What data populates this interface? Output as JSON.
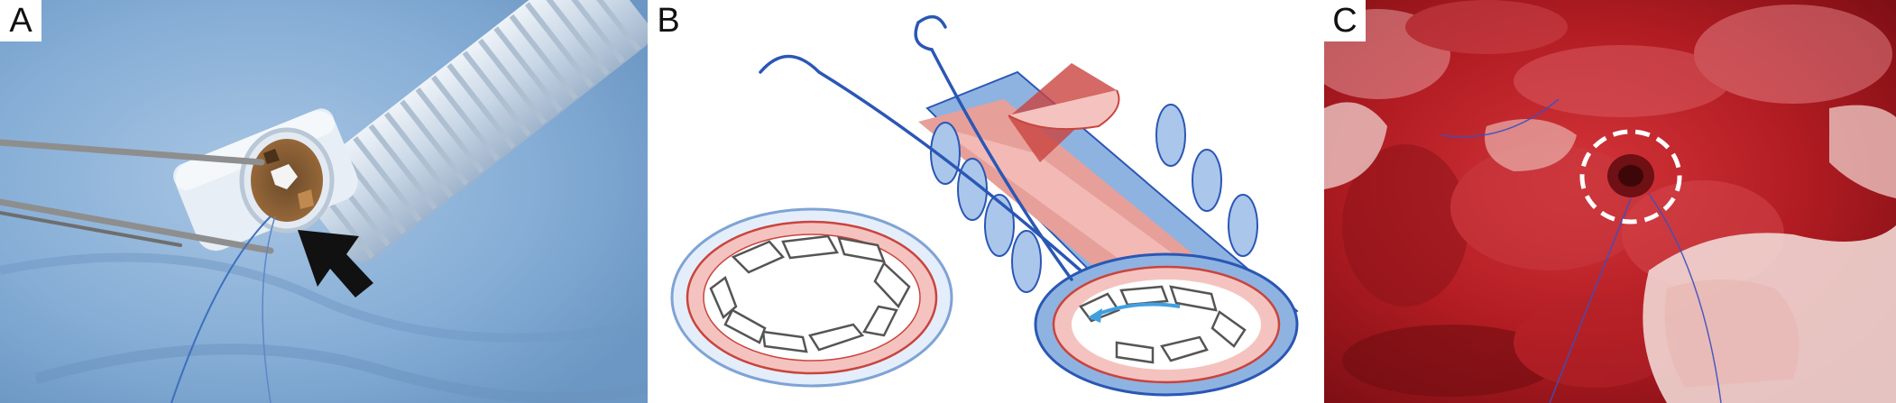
{
  "panels": [
    {
      "label": "A"
    },
    {
      "label": "B"
    },
    {
      "label": "C"
    }
  ],
  "colors": {
    "drape_blue": "#7ea7cf",
    "tissue_red": "#a81a1e",
    "vessel_pink": "#f2b9b5",
    "vessel_red": "#c9443e",
    "adventitia_blue": "#8fb3e0",
    "suture_blue": "#2a57b5",
    "marker_white": "#ffffff",
    "arrow_black": "#111111"
  },
  "icons": [
    "arrow-icon",
    "needle-icon",
    "dashed-circle-icon"
  ]
}
